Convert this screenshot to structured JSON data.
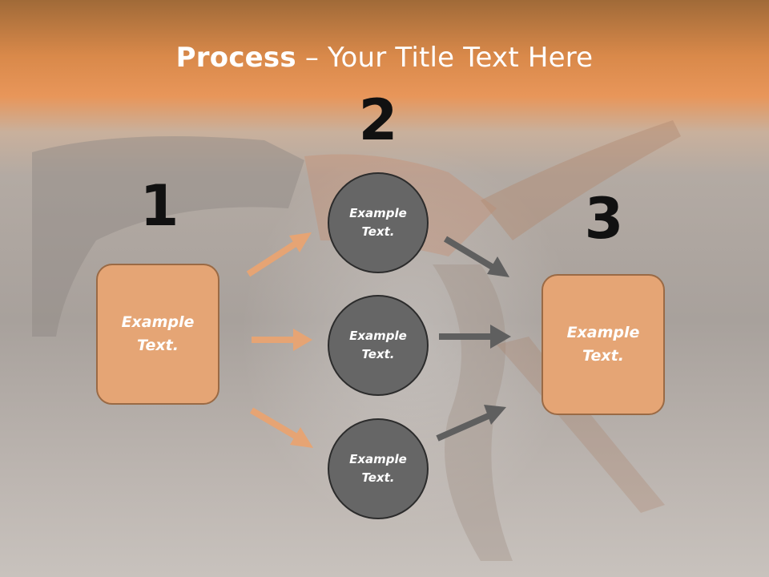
{
  "slide": {
    "title_bold": "Process",
    "title_sep": " – ",
    "title_rest": "Your Title Text Here",
    "steps": [
      {
        "number": "1",
        "label_line1": "Example",
        "label_line2": "Text."
      },
      {
        "number": "2",
        "items": [
          {
            "label_line1": "Example",
            "label_line2": "Text."
          },
          {
            "label_line1": "Example",
            "label_line2": "Text."
          },
          {
            "label_line1": "Example",
            "label_line2": "Text."
          }
        ]
      },
      {
        "number": "3",
        "label_line1": "Example",
        "label_line2": "Text."
      }
    ],
    "colors": {
      "accent": "#e5a575",
      "accent_border": "#9a6a45",
      "circle_fill": "#666666",
      "arrow_orange": "#e6a474",
      "arrow_gray": "#5f5f5f",
      "number_color": "#111111"
    }
  }
}
